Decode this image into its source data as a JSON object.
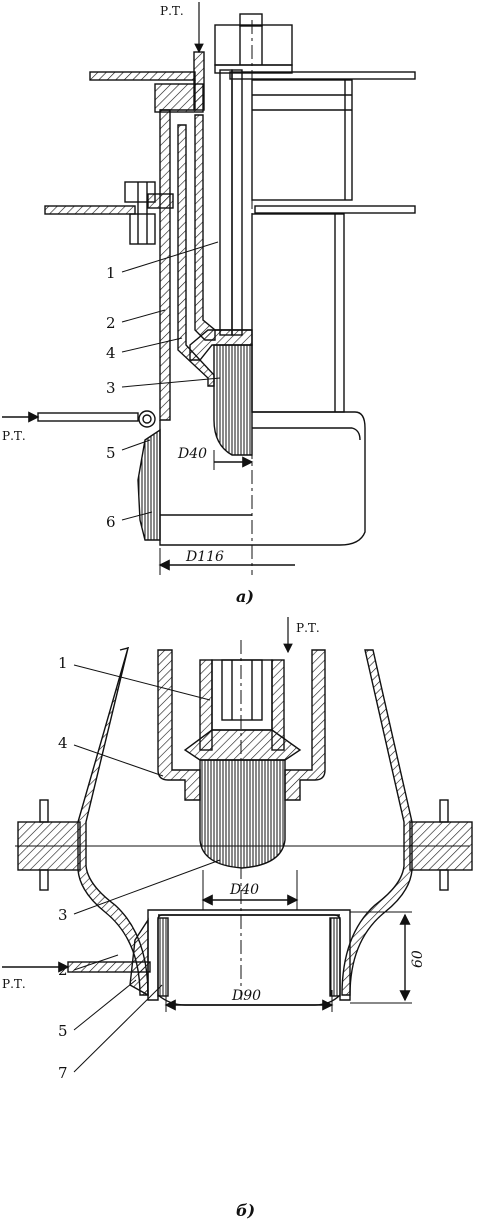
{
  "figure_a": {
    "caption": "а)",
    "labels": {
      "l1": "1",
      "l2": "2",
      "l3": "3",
      "l4": "4",
      "l5": "5",
      "l6": "6"
    },
    "pt_top": "Р.Т.",
    "pt_side": "Р.Т.",
    "dim_inner": "D40",
    "dim_outer": "D116"
  },
  "figure_b": {
    "caption": "б)",
    "labels": {
      "l1": "1",
      "l2": "2",
      "l3": "3",
      "l4": "4",
      "l5": "5",
      "l7": "7"
    },
    "pt_top": "Р.Т.",
    "pt_side": "Р.Т.",
    "dim_inner": "D40",
    "dim_outer": "D90",
    "dim_height": "60"
  },
  "colors": {
    "line": "#111111",
    "background": "#ffffff"
  }
}
